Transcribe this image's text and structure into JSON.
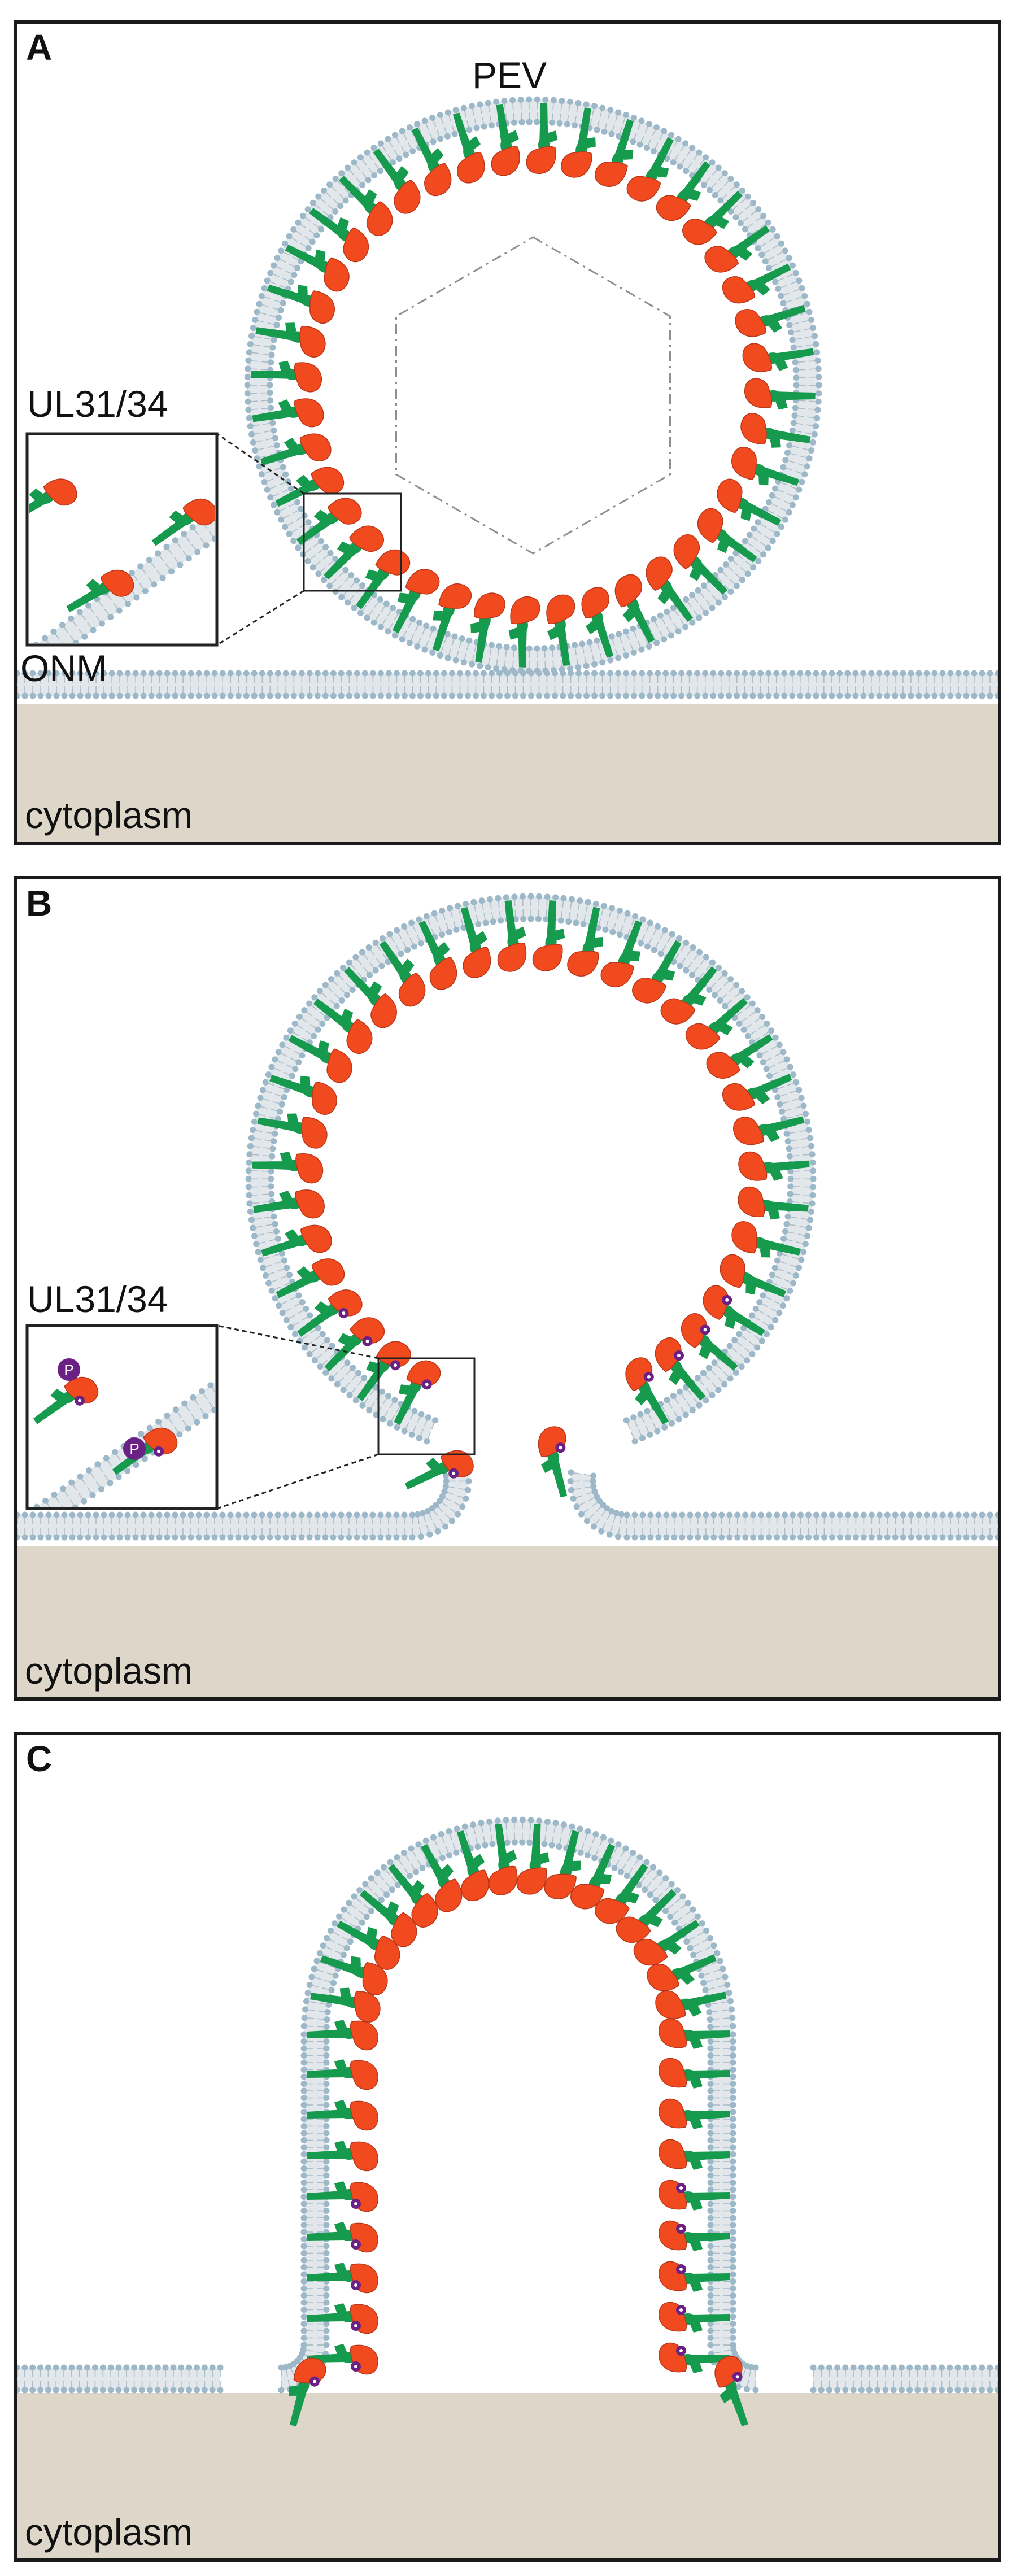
{
  "panels": {
    "a": {
      "letter": "A",
      "top_label": "PEV",
      "inset_label": "UL31/34",
      "membrane_label": "ONM",
      "region_label": "cytoplasm"
    },
    "b": {
      "letter": "B",
      "inset_label": "UL31/34",
      "phospho_label": "P",
      "region_label": "cytoplasm"
    },
    "c": {
      "letter": "C",
      "region_label": "cytoplasm"
    }
  },
  "colors": {
    "lipid_head": "#9db8c8",
    "lipid_tail": "#c9d3da",
    "ul34_green": "#169a4e",
    "ul31_red": "#f04a1e",
    "phospho_purple": "#6b2183",
    "cytoplasm": "#ded6c9",
    "capsid_outline": "#8e8e8e"
  }
}
